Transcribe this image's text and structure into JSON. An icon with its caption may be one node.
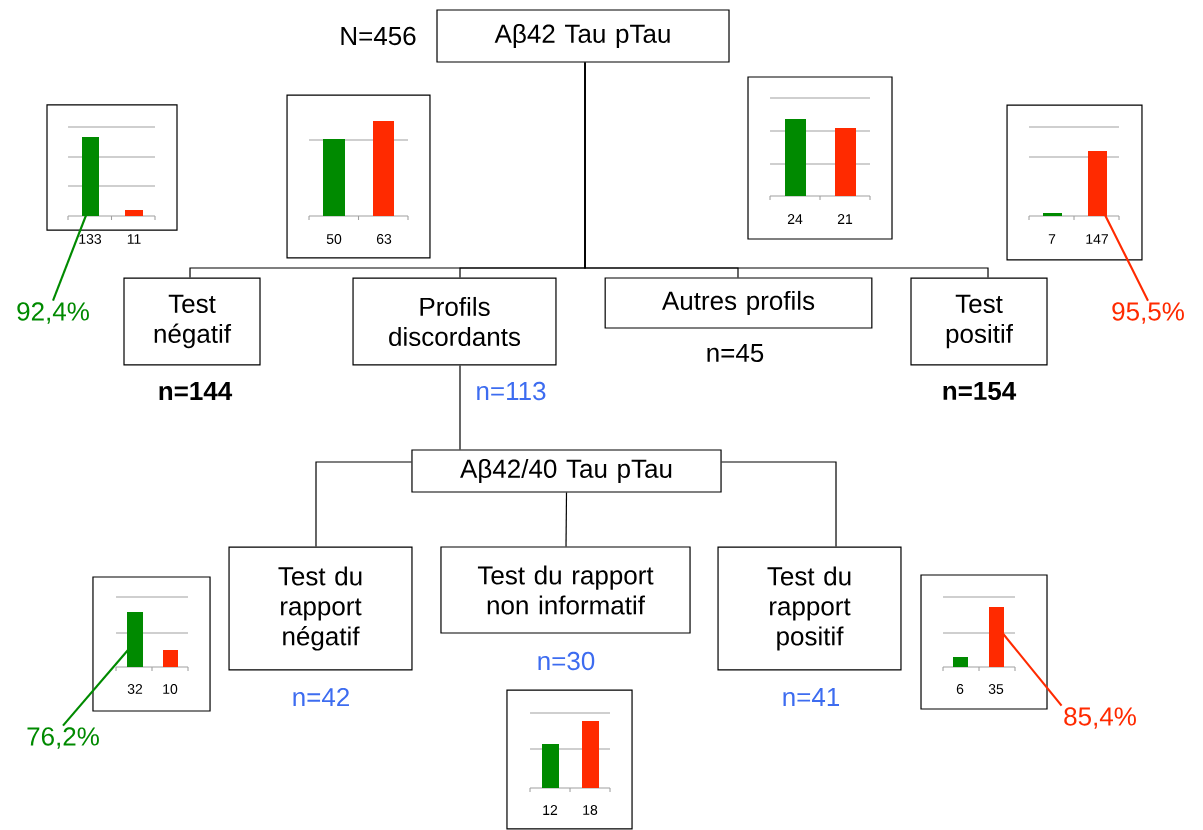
{
  "diagram": {
    "nodes": [
      {
        "text": [
          "Aβ42 Tau pTau"
        ],
        "beside": [
          "N=456"
        ]
      },
      {
        "text": [
          "133",
          "11"
        ]
      },
      {
        "text": [
          "50",
          "63"
        ]
      },
      {
        "text": [
          "24",
          "21"
        ]
      },
      {
        "text": [
          "7",
          "147"
        ]
      },
      {
        "text": [
          "92,4%"
        ]
      },
      {
        "text": [
          "Test négatif"
        ],
        "beside": [
          "n=144"
        ]
      },
      {
        "text": [
          "Profils discordants"
        ],
        "beside": [
          "n=113"
        ]
      },
      {
        "text": [
          "Autres profils"
        ],
        "beside": [
          "n=45"
        ]
      },
      {
        "text": [
          "Test positif"
        ],
        "beside": [
          "n=154"
        ]
      },
      {
        "text": [
          "95,5%"
        ]
      },
      {
        "text": [
          "Aβ42/40 Tau pTau"
        ]
      },
      {
        "text": [
          "32",
          "10"
        ]
      },
      {
        "text": [
          "Test du rapport négatif"
        ],
        "beside": [
          "n=42"
        ]
      },
      {
        "text": [
          "Test du rapport non informatif"
        ],
        "beside": [
          "n=30"
        ]
      },
      {
        "text": [
          "Test du rapport positif"
        ],
        "beside": [
          "n=41"
        ]
      },
      {
        "text": [
          "6",
          "35"
        ]
      },
      {
        "text": [
          "76,2%"
        ]
      },
      {
        "text": [
          "85,4%"
        ]
      },
      {
        "text": [
          "12",
          "18"
        ]
      }
    ],
    "edges": [
      {
        "from": 0,
        "to": 6,
        "arrow": "none"
      },
      {
        "from": 0,
        "to": 7,
        "arrow": "none"
      },
      {
        "from": 0,
        "to": 8,
        "arrow": "none"
      },
      {
        "from": 0,
        "to": 9,
        "arrow": "none"
      },
      {
        "from": 7,
        "to": 11,
        "arrow": "none"
      },
      {
        "from": 11,
        "to": 13,
        "arrow": "none"
      },
      {
        "from": 11,
        "to": 14,
        "arrow": "none"
      },
      {
        "from": 11,
        "to": 15,
        "arrow": "none"
      },
      {
        "from": 5,
        "to": 1,
        "arrow": "none",
        "color": "#008a00"
      },
      {
        "from": 10,
        "to": 4,
        "arrow": "none",
        "color": "#ff2a00"
      },
      {
        "from": 17,
        "to": 12,
        "arrow": "none",
        "color": "#008a00"
      },
      {
        "from": 18,
        "to": 16,
        "arrow": "none",
        "color": "#ff2a00"
      }
    ]
  }
}
